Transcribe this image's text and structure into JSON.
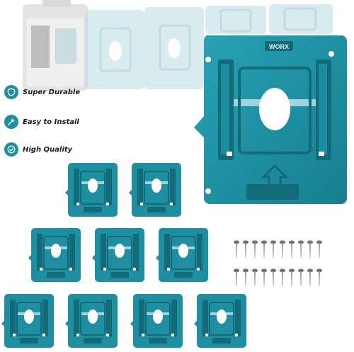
{
  "features": [
    {
      "label": "Super Durable",
      "icon": "shield-icon"
    },
    {
      "label": "Easy to Install",
      "icon": "wrench-icon"
    },
    {
      "label": "High Quality",
      "icon": "check-icon"
    }
  ],
  "colors": {
    "mount_teal": "#1d8fa0",
    "mount_dark": "#136b78",
    "faded_teal": "#b9dde4",
    "battery_gray": "#cfcfcf",
    "screw_metal": "#8d8d8d"
  },
  "brand_stamp": "WORX"
}
